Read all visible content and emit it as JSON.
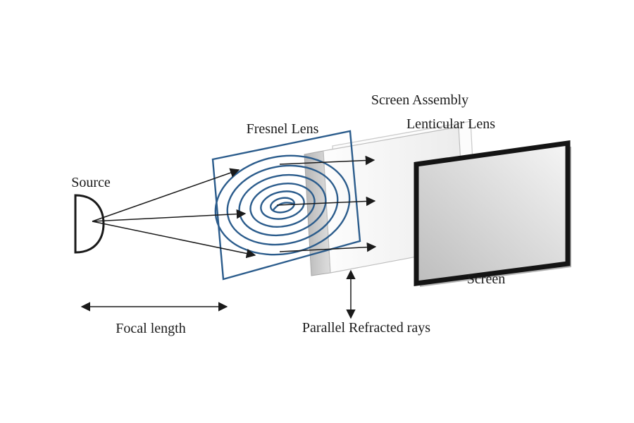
{
  "diagram": {
    "type": "optical-projection-system-diagram",
    "labels": {
      "source": "Source",
      "fresnel_lens": "Fresnel Lens",
      "screen_assembly": "Screen Assembly",
      "lenticular_lens": "Lenticular Lens",
      "screen": "Screen",
      "focal_length": "Focal length",
      "parallel_refracted_rays": "Parallel Refracted rays"
    },
    "colors": {
      "background": "#ffffff",
      "ink": "#1a1a1a",
      "fresnel_blue": "#2b5c8c",
      "screen_border": "#141414",
      "slab_gray": "#c6c6c6"
    }
  }
}
